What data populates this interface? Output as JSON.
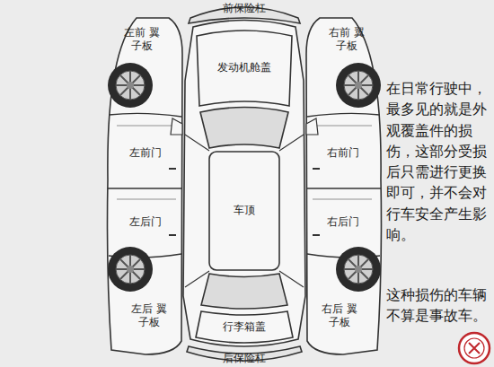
{
  "diagram": {
    "labels": [
      "前保险杠",
      "左前 翼子板",
      "发动机舱盖",
      "右前 翼子板",
      "左前门",
      "右前门",
      "车顶",
      "左后门",
      "右后门",
      "左后 翼子板",
      "右后 翼子板",
      "行李箱盖",
      "后保险杠",
      "在日常行驶中，最多见的就是外观覆盖件的损伤，这部分受损后只需进行更换即可，并不会对行车安全产生影响。",
      "这种损伤的车辆不算是事故车。"
    ]
  }
}
